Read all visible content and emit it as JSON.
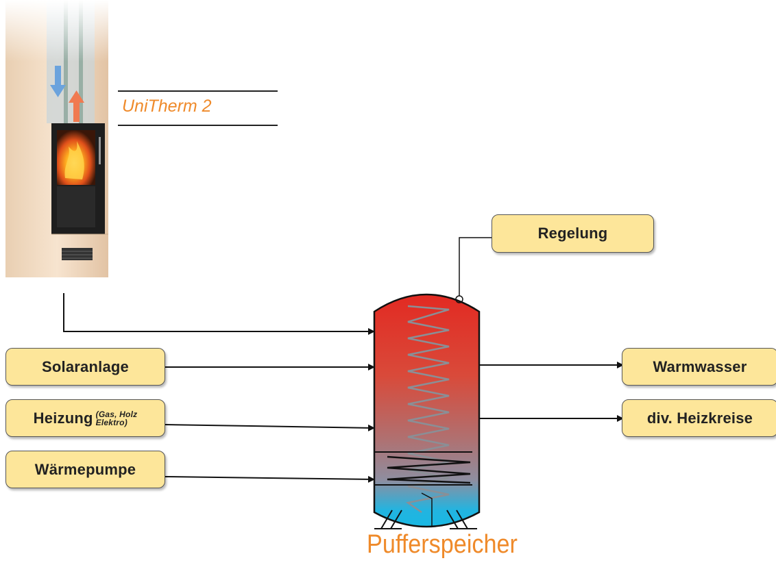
{
  "product_title": "UniTherm 2",
  "storage_title": "Pufferspeicher",
  "control": {
    "label": "Regelung"
  },
  "inputs": [
    {
      "label": "Solaranlage"
    },
    {
      "label": "Heizung",
      "note_line1": "(Gas, Holz",
      "note_line2": "Elektro)"
    },
    {
      "label": "Wärmepumpe"
    }
  ],
  "outputs": [
    {
      "label": "Warmwasser"
    },
    {
      "label": "div. Heizkreise"
    }
  ],
  "colors": {
    "accent_text": "#ef8a2a",
    "box_fill": "#fde69a",
    "tank_hot": "#e22a22",
    "tank_cold": "#19b8e3",
    "stove_body": "#f3dcc2"
  }
}
